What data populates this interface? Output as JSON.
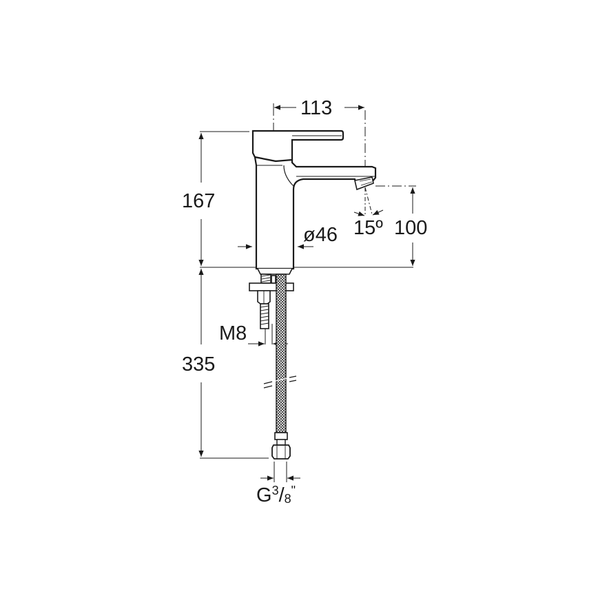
{
  "drawing": {
    "subject": "Single-lever basin mixer faucet dimension drawing",
    "line_color": "#1a1a1a",
    "background": "#ffffff"
  },
  "dimensions": {
    "spout_reach": "113",
    "body_height": "167",
    "spout_clearance": "100",
    "body_diameter": "ø46",
    "spray_angle": "15º",
    "hose_length": "335",
    "stud_thread": "M8",
    "connection_prefix": "G",
    "connection_num": "3",
    "connection_slash": "/",
    "connection_den": "8",
    "connection_suffix": "\""
  }
}
